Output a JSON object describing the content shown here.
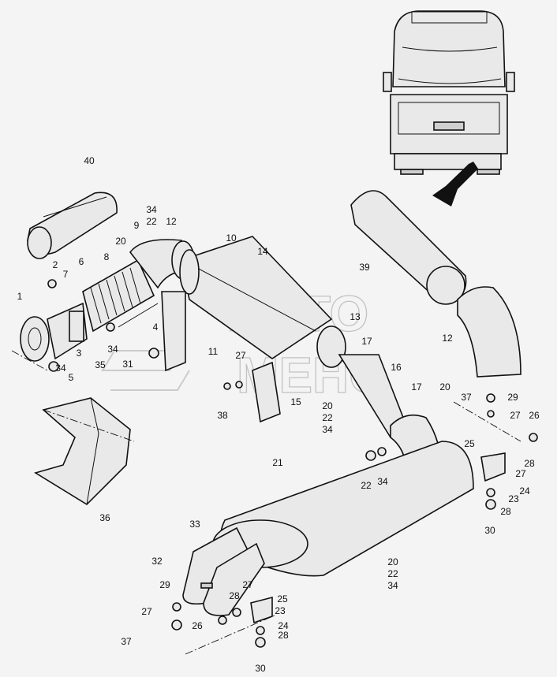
{
  "diagram": {
    "watermark": {
      "line1": "АВТО",
      "line2": "МЕНС"
    },
    "callouts": [
      {
        "text": "40"
      },
      {
        "text": "34"
      },
      {
        "text": "22"
      },
      {
        "text": "12"
      },
      {
        "text": "9"
      },
      {
        "text": "20"
      },
      {
        "text": "10"
      },
      {
        "text": "14"
      },
      {
        "text": "39"
      },
      {
        "text": "2"
      },
      {
        "text": "6"
      },
      {
        "text": "7"
      },
      {
        "text": "8"
      },
      {
        "text": "1"
      },
      {
        "text": "4"
      },
      {
        "text": "3"
      },
      {
        "text": "34"
      },
      {
        "text": "31"
      },
      {
        "text": "11"
      },
      {
        "text": "35"
      },
      {
        "text": "34"
      },
      {
        "text": "5"
      },
      {
        "text": "27"
      },
      {
        "text": "13"
      },
      {
        "text": "17"
      },
      {
        "text": "12"
      },
      {
        "text": "16"
      },
      {
        "text": "17"
      },
      {
        "text": "20"
      },
      {
        "text": "38"
      },
      {
        "text": "15"
      },
      {
        "text": "20"
      },
      {
        "text": "22"
      },
      {
        "text": "34"
      },
      {
        "text": "37"
      },
      {
        "text": "29"
      },
      {
        "text": "27"
      },
      {
        "text": "26"
      },
      {
        "text": "25"
      },
      {
        "text": "28"
      },
      {
        "text": "27"
      },
      {
        "text": "22"
      },
      {
        "text": "34"
      },
      {
        "text": "21"
      },
      {
        "text": "24"
      },
      {
        "text": "23"
      },
      {
        "text": "28"
      },
      {
        "text": "30"
      },
      {
        "text": "36"
      },
      {
        "text": "33"
      },
      {
        "text": "20"
      },
      {
        "text": "22"
      },
      {
        "text": "34"
      },
      {
        "text": "32"
      },
      {
        "text": "29"
      },
      {
        "text": "28"
      },
      {
        "text": "27"
      },
      {
        "text": "25"
      },
      {
        "text": "23"
      },
      {
        "text": "27"
      },
      {
        "text": "26"
      },
      {
        "text": "24"
      },
      {
        "text": "28"
      },
      {
        "text": "37"
      },
      {
        "text": "30"
      }
    ]
  }
}
